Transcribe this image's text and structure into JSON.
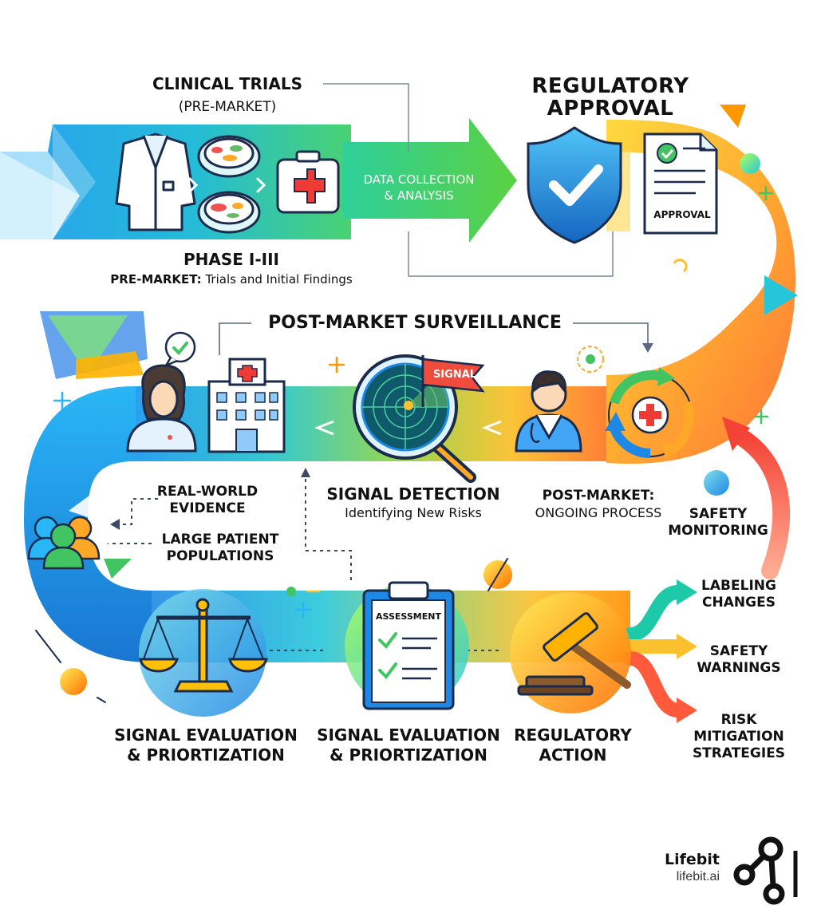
{
  "clinical_trials": {
    "title": "CLINICAL TRIALS",
    "subtitle": "(PRE-MARKET)"
  },
  "regulatory_approval": {
    "line1": "REGULATORY",
    "line2": "APPROVAL",
    "doc_label": "APPROVAL"
  },
  "data_collection": {
    "line1": "DATA COLLECTION",
    "line2": "& ANALYSIS"
  },
  "phase": {
    "title": "PHASE I-III",
    "note_bold": "PRE-MARKET:",
    "note_rest": " Trials and Initial Findings"
  },
  "post_market_title": "POST-MARKET SURVEILLANCE",
  "signal_flag": "SIGNAL",
  "signal_detection": {
    "title": "SIGNAL DETECTION",
    "subtitle": "Identifying New Risks"
  },
  "post_market_process": {
    "line1": "POST-MARKET:",
    "line2": "ONGOING PROCESS"
  },
  "safety_monitoring": {
    "line1": "SAFETY",
    "line2": "MONITORING"
  },
  "real_world": {
    "line1": "REAL-WORLD",
    "line2": "EVIDENCE"
  },
  "large_patient": {
    "line1": "LARGE PATIENT",
    "line2": "POPULATIONS"
  },
  "assessment_label": "ASSESSMENT",
  "eval_left": {
    "line1": "SIGNAL EVALUATION",
    "line2": "& PRIORTIZATION"
  },
  "eval_mid": {
    "line1": "SIGNAL EVALUATION",
    "line2": "& PRIORTIZATION"
  },
  "regulatory_action": {
    "line1": "REGULATORY",
    "line2": "ACTION"
  },
  "outcomes": [
    {
      "line1": "LABELING",
      "line2": "CHANGES",
      "line3": ""
    },
    {
      "line1": "SAFETY",
      "line2": "WARNINGS",
      "line3": ""
    },
    {
      "line1": "RISK",
      "line2": "MITIGATION",
      "line3": "STRATEGIES"
    }
  ],
  "brand": {
    "name": "Lifebit",
    "url": "lifebit.ai"
  },
  "colors": {
    "blue": "#1e88e5",
    "cyan": "#00bcd4",
    "green": "#43c463",
    "yellow": "#fbc02d",
    "orange": "#fb8c00",
    "red": "#f44336",
    "navy": "#1a2b4c"
  }
}
